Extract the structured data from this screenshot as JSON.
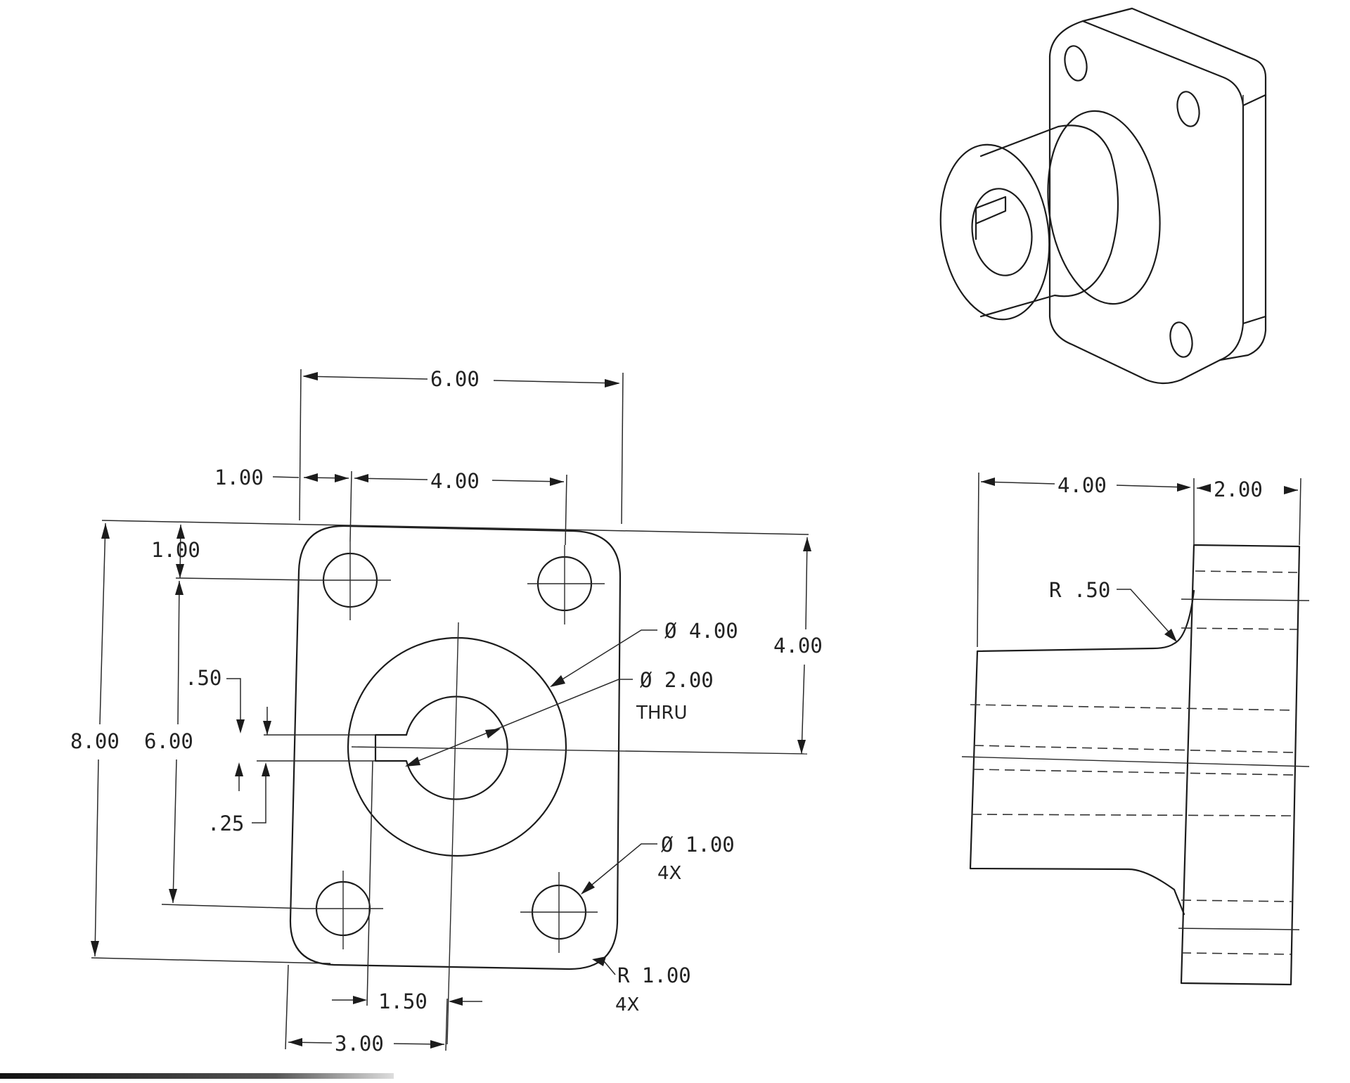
{
  "front_view": {
    "width": "6.00",
    "edge_offset": "1.00",
    "hole_spacing_x": "4.00",
    "top_offset": "1.00",
    "keyway_depth": ".50",
    "keyway_width": ".25",
    "overall_height": "8.00",
    "hole_spacing_y": "6.00",
    "boss_diameter": "Ø 4.00",
    "bore_diameter": "Ø 2.00",
    "bore_note": "THRU",
    "center_height": "4.00",
    "hole_diameter": "Ø 1.00",
    "hole_count": "4X",
    "corner_radius": "R 1.00",
    "corner_count": "4X",
    "key_offset": "1.50",
    "half_width": "3.00"
  },
  "side_view": {
    "boss_length": "4.00",
    "flange_thickness": "2.00",
    "fillet_radius": "R .50"
  }
}
